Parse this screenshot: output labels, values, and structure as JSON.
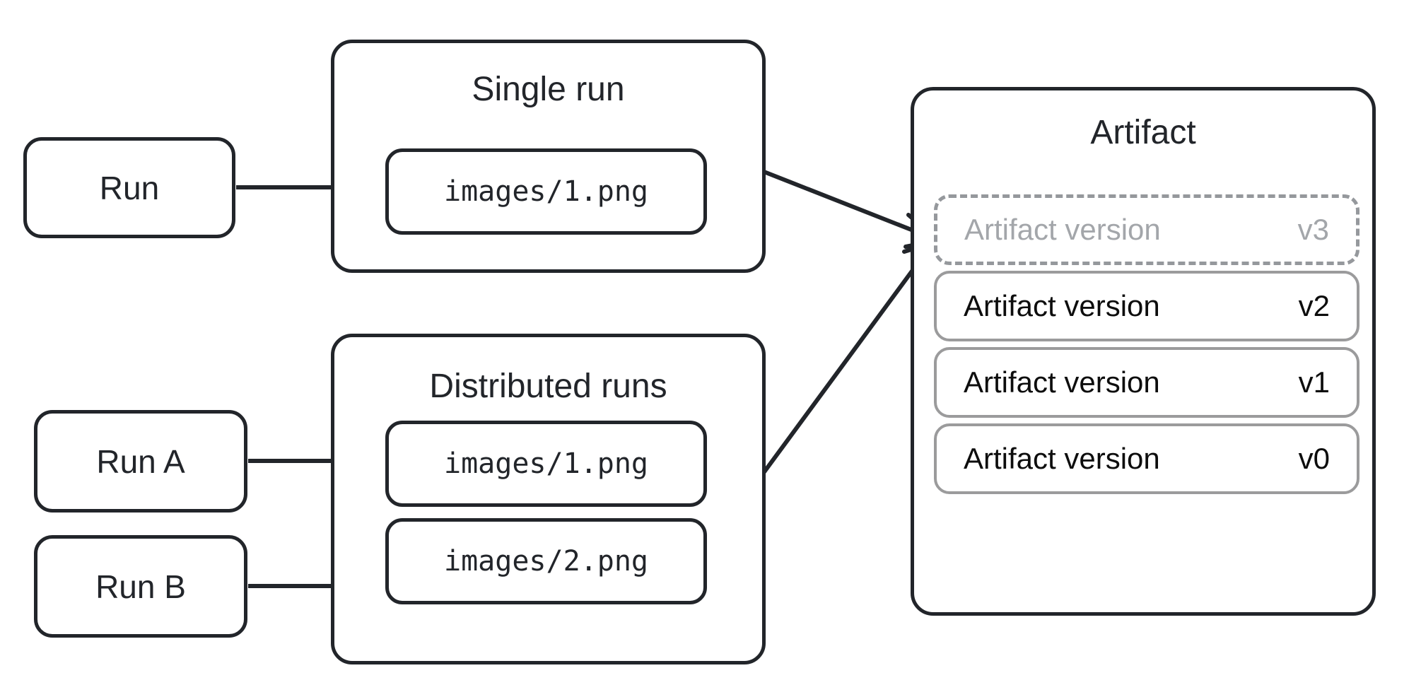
{
  "diagram": {
    "title_hidden": "",
    "nodes": {
      "run": {
        "label": "Run"
      },
      "run_a": {
        "label": "Run A"
      },
      "run_b": {
        "label": "Run B"
      }
    },
    "groups": [
      {
        "id": "single-run",
        "title": "Single run",
        "files": [
          {
            "label": "images/1.png"
          }
        ]
      },
      {
        "id": "distributed-runs",
        "title": "Distributed runs",
        "files": [
          {
            "label": "images/1.png"
          },
          {
            "label": "images/2.png"
          }
        ]
      }
    ],
    "artifact": {
      "title": "Artifact",
      "versions": [
        {
          "name": "Artifact version",
          "tag": "v3",
          "state": "draft"
        },
        {
          "name": "Artifact version",
          "tag": "v2",
          "state": "committed"
        },
        {
          "name": "Artifact version",
          "tag": "v1",
          "state": "committed"
        },
        {
          "name": "Artifact version",
          "tag": "v0",
          "state": "committed"
        }
      ]
    },
    "colors": {
      "ink": "#22252a",
      "muted": "#9b9b9c",
      "draft_text": "#a3a6aa",
      "background": "#ffffff"
    }
  }
}
